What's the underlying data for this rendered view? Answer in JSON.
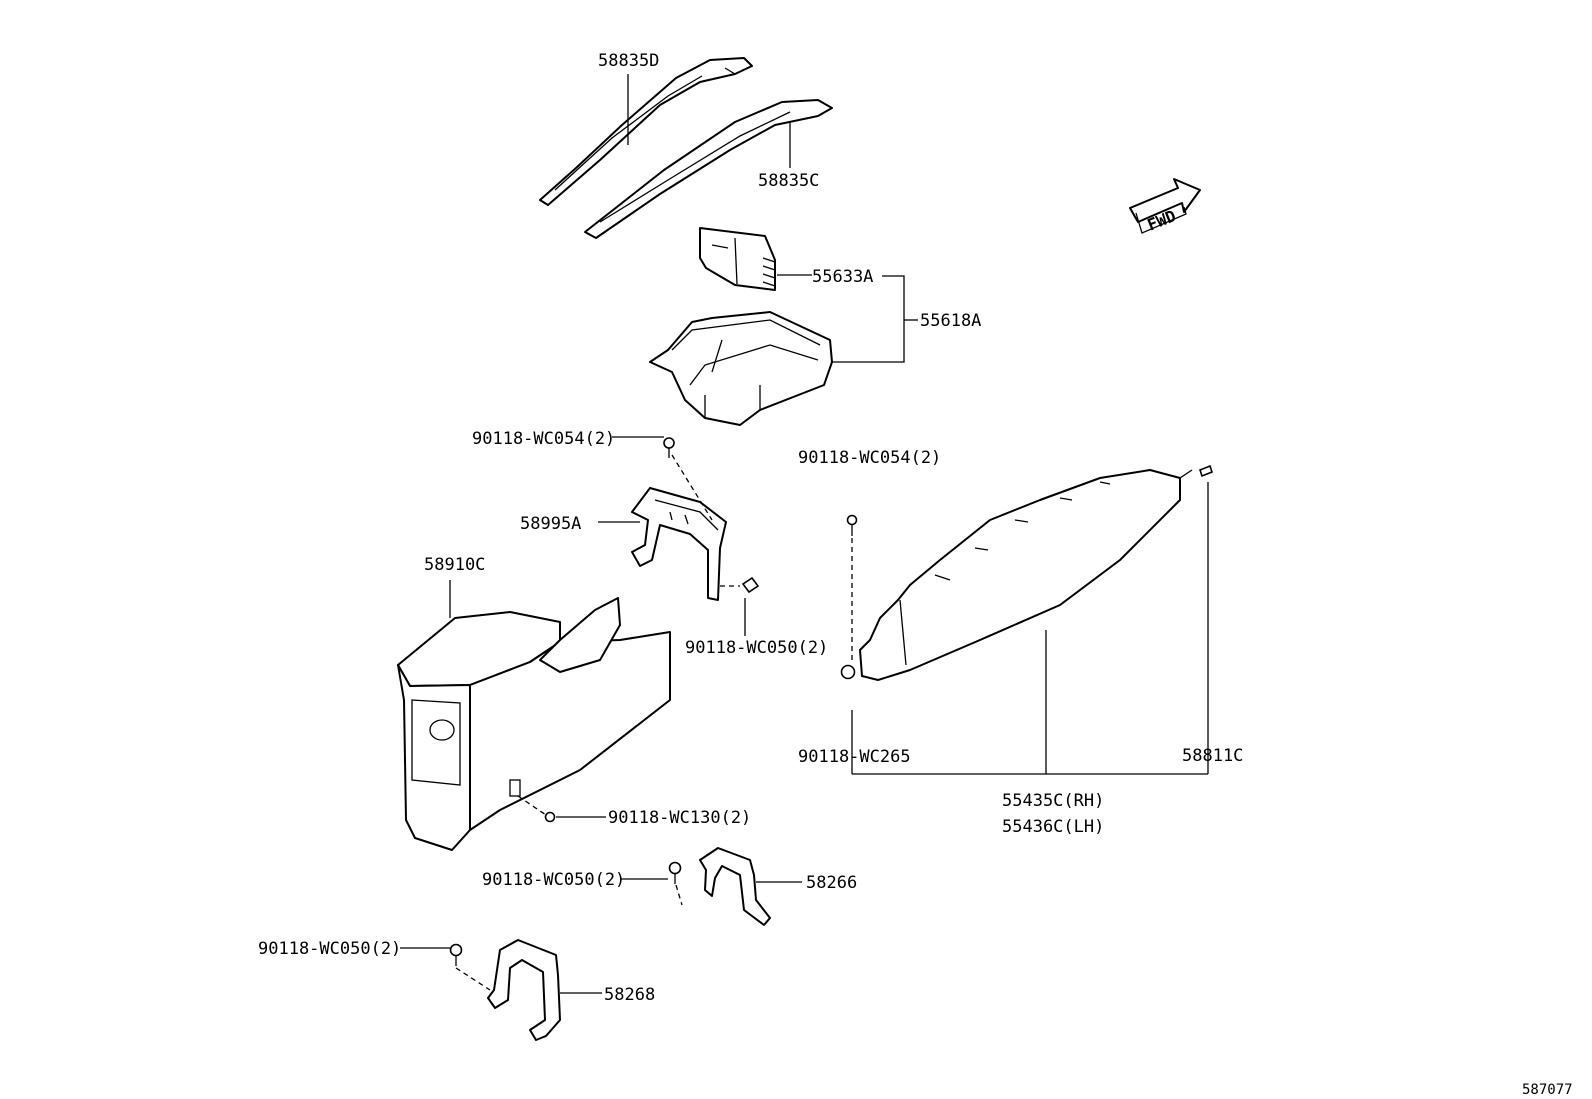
{
  "labels": {
    "p58835D": "58835D",
    "p58835C": "58835C",
    "p55633A": "55633A",
    "p55618A": "55618A",
    "fwd": "FWD",
    "p90118_wc054_a": "90118-WC054(2)",
    "p58995A": "58995A",
    "p58910C": "58910C",
    "p90118_wc050_a": "90118-WC050(2)",
    "p90118_wc054_b": "90118-WC054(2)",
    "p90118_wc265": "90118-WC265",
    "p58811C": "58811C",
    "p55435C": "55435C(RH)",
    "p55436C": "55436C(LH)",
    "p90118_wc130": "90118-WC130(2)",
    "p90118_wc050_b": "90118-WC050(2)",
    "p58266": "58266",
    "p90118_wc050_c": "90118-WC050(2)",
    "p58268": "58268",
    "diagram_id": "587077"
  }
}
